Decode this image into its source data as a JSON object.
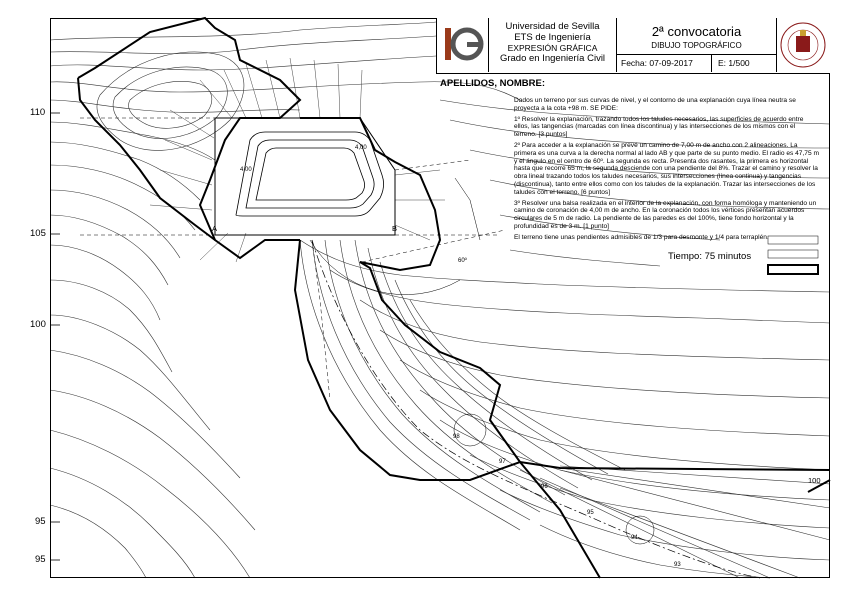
{
  "title_block": {
    "university": "Universidad de Sevilla",
    "school": "ETS de Ingeniería",
    "subject": "EXPRESIÓN GRÁFICA",
    "degree": "Grado en Ingeniería Civil",
    "call": "2ª convocatoria",
    "course": "DIBUJO TOPOGRÁFICO",
    "date": "Fecha: 07-09-2017",
    "scale": "E: 1/500",
    "logo_text": "IG"
  },
  "name_field": "APELLIDOS, NOMBRE:",
  "statement": {
    "intro": "Dados un terreno por sus curvas de nivel, y el contorno de una explanación cuya línea neutra se proyecta a la cota +98 m. SE PIDE:",
    "item1": "1º Resolver la explanación, trazando todos los taludes necesarios, las superficies de acuerdo entre ellos, las tangencias (marcadas con línea discontinua) y las intersecciones de los mismos con el terreno. [3 puntos]",
    "item2": "2º Para acceder a la explanación se prevé un camino de 7,00 m de ancho con 2 alineaciones. La primera es una curva a la derecha normal al lado AB y que parte de su punto medio. El radio es 47,75 m y el ángulo en el centro de 60º. La segunda es recta. Presenta dos rasantes, la primera es horizontal hasta que recorre 65 m, la segunda desciende con una pendiente del 8%. Trazar el camino y resolver la obra lineal trazando todos los taludes necesarios, sus intersecciones (línea continua) y tangencias (discontinua), tanto entre ellos como con los taludes de la explanación. Trazar las intersecciones de los taludes con el terreno. [6 puntos]",
    "item3": "3º Resolver una balsa realizada en el interior de la explanación, con forma homóloga y manteniendo un camino de coronación de 4,00 m de ancho. En la coronación todos los vértices presentan acuerdos circulares de 5 m de radio. La pendiente de las paredes es del 100%, tiene fondo horizontal y la profundidad es de 3 m. [1 punto]",
    "note": "El terreno tiene unas pendientes admisibles de 1/3 para desmonte y 1/4 para terraplén."
  },
  "time": "Tiempo: 75 minutos",
  "y_axis_labels": [
    "110",
    "105",
    "100",
    "95",
    "95"
  ],
  "drawing_labels": {
    "point_a": "A",
    "point_b": "B",
    "dim_left": "4,00",
    "dim_top": "4,00",
    "angle": "60º",
    "contour_100": "100",
    "road_levels": [
      "98",
      "97",
      "96",
      "95",
      "94",
      "93"
    ]
  },
  "colors": {
    "ink": "#000000",
    "paper": "#ffffff",
    "thin_line": "#333333"
  }
}
